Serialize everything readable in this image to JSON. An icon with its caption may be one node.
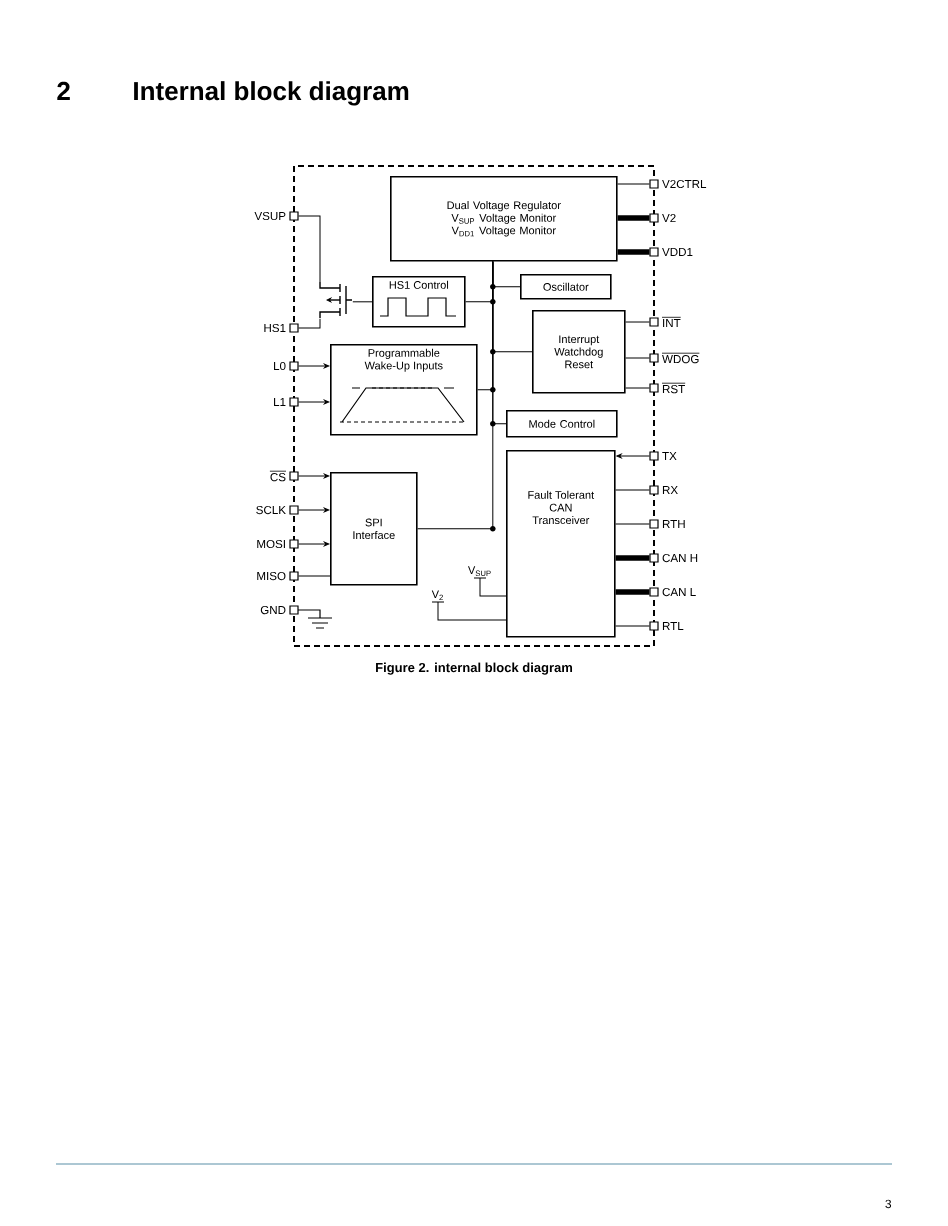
{
  "diagram": {
    "title": "Internal block diagram",
    "caption": "Figure 2. internal block diagram",
    "nodes": [
      {
        "text": [
          "VSUP"
        ]
      },
      {
        "text": [
          "HS1"
        ]
      },
      {
        "text": [
          "L0"
        ]
      },
      {
        "text": [
          "L1"
        ]
      },
      {
        "text": [
          "CS"
        ]
      },
      {
        "text": [
          "SCLK"
        ]
      },
      {
        "text": [
          "MOSI"
        ]
      },
      {
        "text": [
          "MISO"
        ]
      },
      {
        "text": [
          "GND"
        ]
      },
      {
        "text": [
          "V2CTRL"
        ]
      },
      {
        "text": [
          "V2"
        ]
      },
      {
        "text": [
          "VDD1"
        ]
      },
      {
        "text": [
          "INT"
        ]
      },
      {
        "text": [
          "WDOG"
        ]
      },
      {
        "text": [
          "RST"
        ]
      },
      {
        "text": [
          "TX"
        ]
      },
      {
        "text": [
          "RX"
        ]
      },
      {
        "text": [
          "RTH"
        ]
      },
      {
        "text": [
          "CAN H"
        ]
      },
      {
        "text": [
          "CAN L"
        ]
      },
      {
        "text": [
          "RTL"
        ]
      },
      {
        "text": [
          "Dual Voltage Regulator",
          "V$_{SUP}$ Voltage Monitor",
          "V$_{DD1}$ Voltage Monitor"
        ]
      },
      {
        "text": [],
        "shape": "transistor"
      },
      {
        "text": [
          "HS1 Control"
        ]
      },
      {
        "text": [
          "Oscillator"
        ]
      },
      {
        "text": [
          "Programmable Wake-Up Inputs"
        ]
      },
      {
        "text": [
          "Interrupt Watchdog Reset"
        ]
      },
      {
        "text": [
          "Mode Control"
        ]
      },
      {
        "text": [
          "SPI Interface"
        ]
      },
      {
        "text": [
          "Fault Tolerant CAN Transceiver"
        ]
      },
      {
        "text": [
          "V$_{SUP}$"
        ]
      },
      {
        "text": [
          "V$_{2}$"
        ]
      }
    ],
    "edges": [
      {
        "from": 0,
        "to": 22,
        "arrow": "none"
      },
      {
        "from": 22,
        "to": 1,
        "arrow": "none"
      },
      {
        "from": 23,
        "to": 22,
        "arrow": "none"
      },
      {
        "from": 2,
        "to": 25,
        "arrow": "to"
      },
      {
        "from": 3,
        "to": 25,
        "arrow": "to"
      },
      {
        "from": 4,
        "to": 28,
        "arrow": "to"
      },
      {
        "from": 5,
        "to": 28,
        "arrow": "to"
      },
      {
        "from": 6,
        "to": 28,
        "arrow": "to"
      },
      {
        "from": 28,
        "to": 7,
        "arrow": "none"
      },
      {
        "from": 21,
        "to": 9,
        "arrow": "none"
      },
      {
        "from": 21,
        "to": 10,
        "arrow": "none",
        "style": "thick"
      },
      {
        "from": 21,
        "to": 11,
        "arrow": "none",
        "style": "thick"
      },
      {
        "from": 21,
        "to": 24,
        "arrow": "none"
      },
      {
        "from": 21,
        "to": 23,
        "arrow": "none"
      },
      {
        "from": 21,
        "to": 26,
        "arrow": "none"
      },
      {
        "from": 21,
        "to": 25,
        "arrow": "none"
      },
      {
        "from": 21,
        "to": 27,
        "arrow": "none"
      },
      {
        "from": 21,
        "to": 28,
        "arrow": "none"
      },
      {
        "from": 26,
        "to": 12,
        "arrow": "none"
      },
      {
        "from": 26,
        "to": 13,
        "arrow": "none"
      },
      {
        "from": 26,
        "to": 14,
        "arrow": "none"
      },
      {
        "from": 15,
        "to": 29,
        "arrow": "to"
      },
      {
        "from": 29,
        "to": 16,
        "arrow": "none"
      },
      {
        "from": 29,
        "to": 17,
        "arrow": "none"
      },
      {
        "from": 29,
        "to": 18,
        "arrow": "none",
        "style": "thick"
      },
      {
        "from": 29,
        "to": 19,
        "arrow": "none",
        "style": "thick"
      },
      {
        "from": 29,
        "to": 20,
        "arrow": "none"
      },
      {
        "from": 30,
        "to": 29,
        "arrow": "none"
      },
      {
        "from": 31,
        "to": 29,
        "arrow": "none"
      }
    ],
    "labels": [
      "2",
      "3"
    ]
  }
}
